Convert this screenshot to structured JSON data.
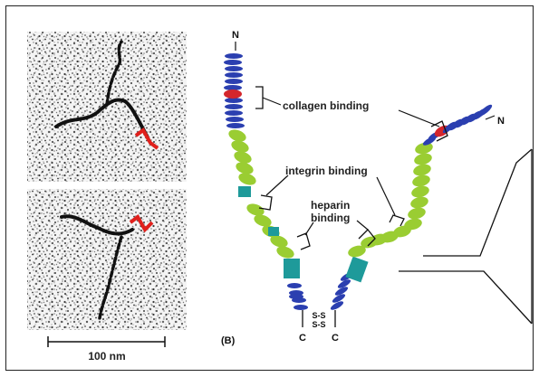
{
  "panel_b_letter": "(B)",
  "scale_bar": {
    "label": "100 nm"
  },
  "labels": {
    "collagen": "collagen binding",
    "integrin": "integrin binding",
    "heparin_line1": "heparin",
    "heparin_line2": "binding"
  },
  "termini": {
    "n": "N",
    "c": "C"
  },
  "disulfide": "S-S",
  "colors": {
    "fibronectin_type1": "#2b3fb0",
    "fibronectin_type2": "#d4262c",
    "fibronectin_type3": "#9acd32",
    "variable_domain": "#1e9a9a",
    "em_label": "#e0201c"
  }
}
